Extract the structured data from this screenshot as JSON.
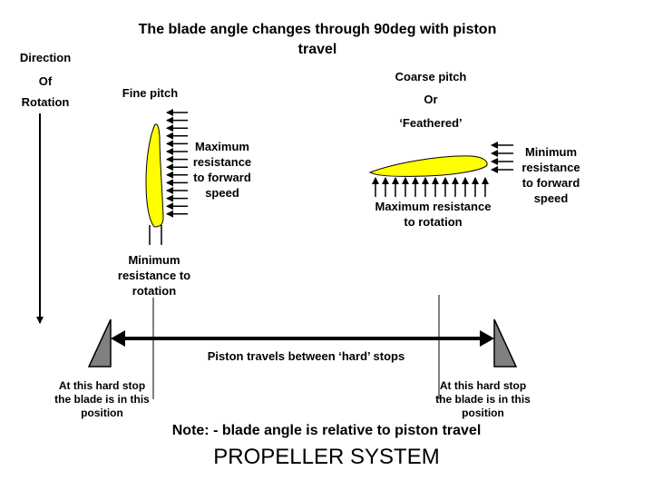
{
  "title": "The blade angle changes through 90deg with piston travel",
  "direction": {
    "line1": "Direction",
    "line2": "Of",
    "line3": "Rotation"
  },
  "fine_pitch": "Fine pitch",
  "coarse_pitch": {
    "line1": "Coarse pitch",
    "line2": "Or",
    "line3": "‘Feathered’"
  },
  "max_resistance_forward": {
    "l1": "Maximum",
    "l2": "resistance",
    "l3": "to forward",
    "l4": "speed"
  },
  "min_resistance_forward": {
    "l1": "Minimum",
    "l2": "resistance",
    "l3": "to forward",
    "l4": "speed"
  },
  "max_resistance_rotation": {
    "l1": "Maximum resistance",
    "l2": "to rotation"
  },
  "min_resistance_rotation": {
    "l1": "Minimum",
    "l2": "resistance to",
    "l3": "rotation"
  },
  "piston_text": "Piston travels between ‘hard’ stops",
  "left_stop": {
    "l1": "At this hard stop",
    "l2": "the blade is in this",
    "l3": "position"
  },
  "right_stop": {
    "l1": "At this hard stop",
    "l2": "the blade is in this",
    "l3": "position"
  },
  "note": "Note: - blade angle is relative to piston travel",
  "system_title": "PROPELLER SYSTEM",
  "colors": {
    "blade": "#ffff00",
    "stop": "#808080",
    "line": "#000000"
  }
}
